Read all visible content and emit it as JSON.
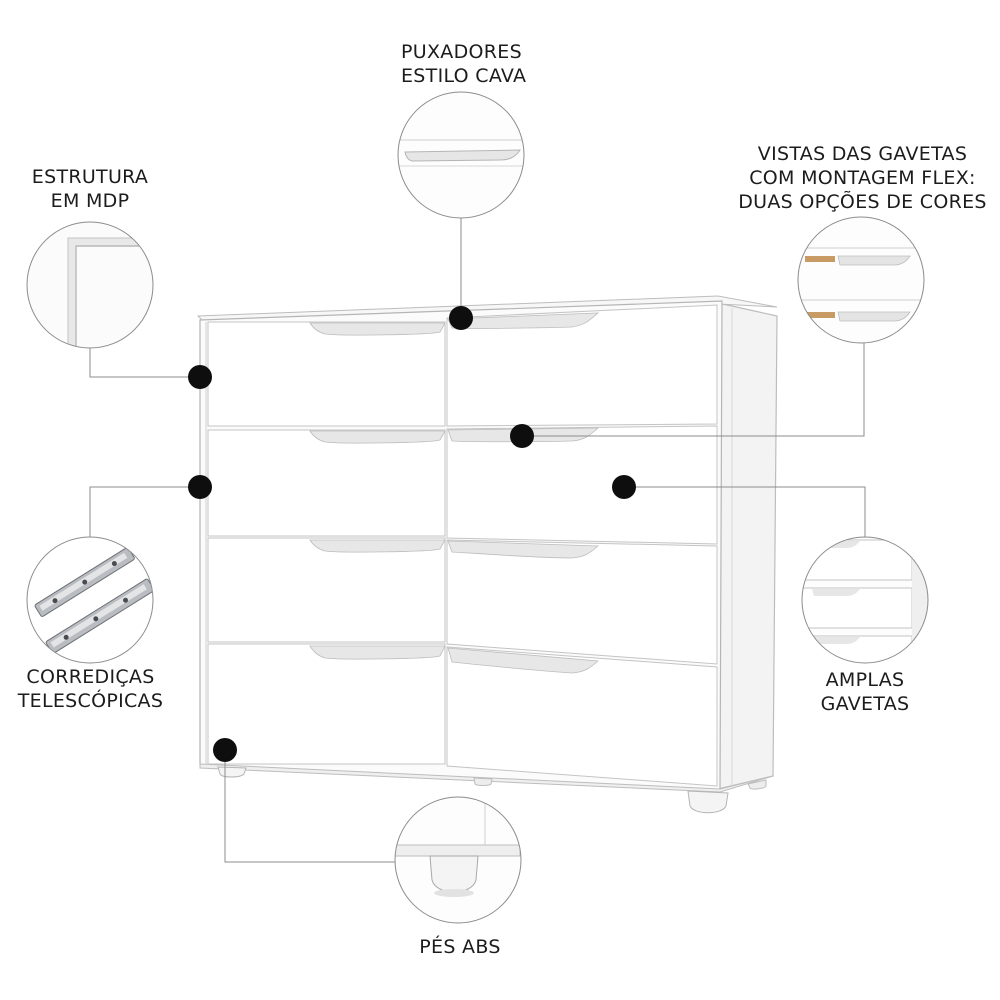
{
  "features": {
    "handles": {
      "lines": [
        "PUXADORES",
        "ESTILO CAVA"
      ],
      "icon": "handle-detail"
    },
    "structure": {
      "lines": [
        "ESTRUTURA",
        "EM MDP"
      ],
      "icon": "mdp-edge-detail"
    },
    "drawer_views": {
      "lines": [
        "VISTAS DAS GAVETAS",
        "COM MONTAGEM FLEX:",
        "DUAS OPÇÕES DE CORES"
      ],
      "icon": "drawer-color-options"
    },
    "slides": {
      "lines": [
        "CORREDIÇAS",
        "TELESCÓPICAS"
      ],
      "icon": "telescopic-slide"
    },
    "drawers": {
      "lines": [
        "AMPLAS",
        "GAVETAS"
      ],
      "icon": "drawer-detail"
    },
    "feet": {
      "lines": [
        "PÉS ABS"
      ],
      "icon": "abs-foot"
    }
  },
  "product": {
    "name": "chest-of-drawers",
    "color": "#ffffff",
    "drawer_count": 8,
    "accent_wood": "#c89a64"
  }
}
